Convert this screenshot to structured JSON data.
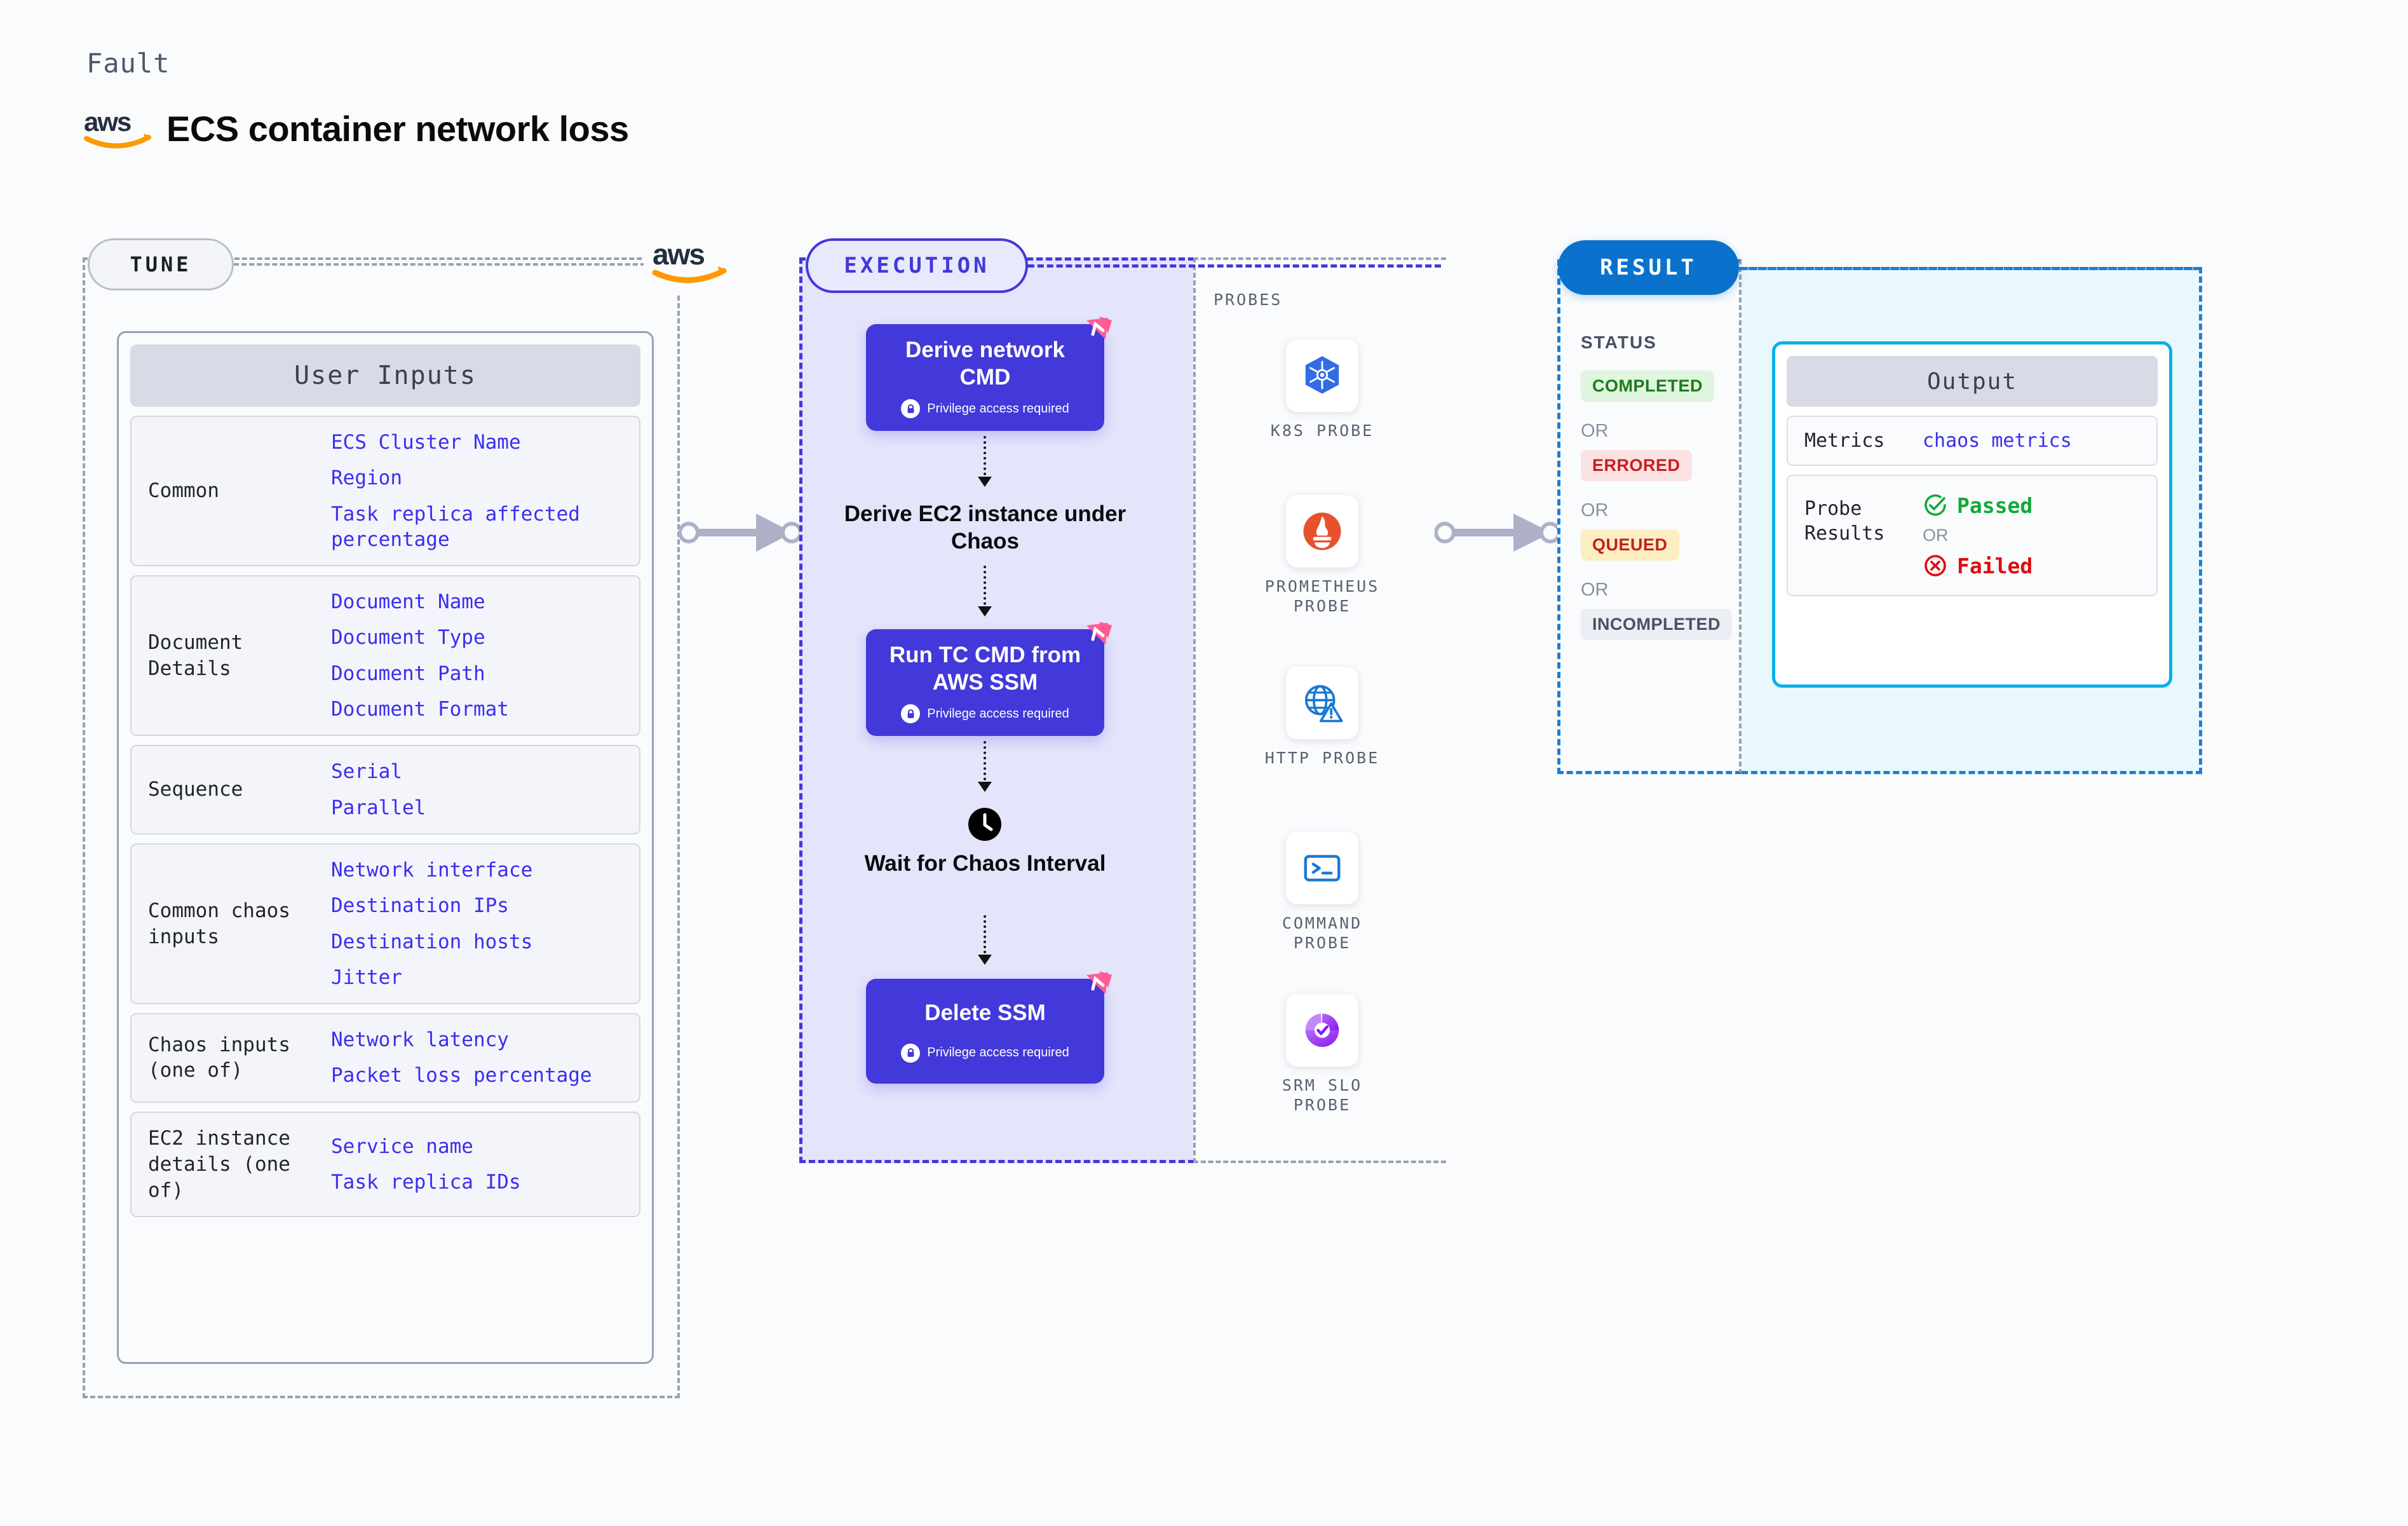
{
  "header": {
    "eyebrow": "Fault",
    "title": "ECS container network loss",
    "logo_icon": "aws-logo"
  },
  "tune": {
    "badge": "TUNE",
    "corner_logo_icon": "aws-logo",
    "user_inputs": {
      "title": "User Inputs",
      "rows": [
        {
          "key": "Common",
          "values": [
            "ECS Cluster Name",
            "Region",
            "Task replica affected percentage"
          ]
        },
        {
          "key": "Document Details",
          "values": [
            "Document Name",
            "Document Type",
            "Document Path",
            "Document Format"
          ]
        },
        {
          "key": "Sequence",
          "values": [
            "Serial",
            "Parallel"
          ]
        },
        {
          "key": "Common chaos inputs",
          "values": [
            "Network interface",
            "Destination IPs",
            "Destination hosts",
            "Jitter"
          ]
        },
        {
          "key": "Chaos inputs (one of)",
          "values": [
            "Network latency",
            "Packet loss percentage"
          ]
        },
        {
          "key": "EC2 instance details (one of)",
          "values": [
            "Service name",
            "Task replica IDs"
          ]
        }
      ]
    }
  },
  "execution": {
    "badge": "EXECUTION",
    "privilege_note": "Privilege access required",
    "steps": [
      {
        "type": "card",
        "label": "Derive network CMD",
        "privileged": true,
        "chaos_flag": true
      },
      {
        "type": "plain",
        "label": "Derive EC2 instance under Chaos"
      },
      {
        "type": "card",
        "label": "Run TC CMD from AWS SSM",
        "privileged": true,
        "chaos_flag": true
      },
      {
        "type": "wait",
        "label": "Wait for Chaos Interval",
        "icon": "clock-icon"
      },
      {
        "type": "card",
        "label": "Delete SSM",
        "privileged": true,
        "chaos_flag": true
      }
    ],
    "probes": {
      "label": "PROBES",
      "items": [
        {
          "name": "K8S PROBE",
          "icon": "kubernetes-icon"
        },
        {
          "name": "PROMETHEUS\nPROBE",
          "icon": "prometheus-icon"
        },
        {
          "name": "HTTP PROBE",
          "icon": "http-globe-icon"
        },
        {
          "name": "COMMAND\nPROBE",
          "icon": "terminal-icon"
        },
        {
          "name": "SRM SLO\nPROBE",
          "icon": "srm-slo-icon"
        }
      ]
    }
  },
  "result": {
    "badge": "RESULT",
    "status_label": "STATUS",
    "or_label": "OR",
    "statuses": [
      {
        "text": "COMPLETED",
        "color": "#1d7a1d",
        "bg": "#dff5dd"
      },
      {
        "text": "ERRORED",
        "color": "#cb1e1e",
        "bg": "#fbe2e2"
      },
      {
        "text": "QUEUED",
        "color": "#c32020",
        "bg": "#fdeec2"
      },
      {
        "text": "INCOMPLETED",
        "color": "#4b4f63",
        "bg": "#eceef4"
      }
    ],
    "output": {
      "title": "Output",
      "metrics_key": "Metrics",
      "metrics_value": "chaos metrics",
      "probe_results_key": "Probe Results",
      "passed_label": "Passed",
      "failed_label": "Failed",
      "or_label": "OR",
      "passed_color": "#0faa38",
      "failed_color": "#e00c0c",
      "passed_icon": "check-circle-icon",
      "failed_icon": "x-circle-icon"
    }
  },
  "connectors": {
    "tune_to_execution": "arrow-right",
    "execution_to_result": "arrow-right"
  },
  "colors": {
    "accent_purple": "#4338d9",
    "accent_blue": "#0a72cc",
    "accent_cyan": "#08b0e8",
    "chaos_pink": "#ff5c93",
    "value_blue": "#3a2ff0"
  }
}
